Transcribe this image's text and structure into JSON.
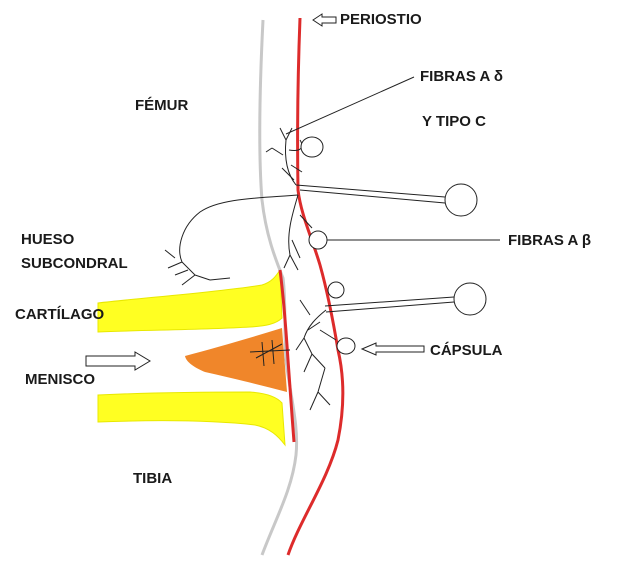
{
  "labels": {
    "periostio": "PERIOSTIO",
    "fibras_ad": "FIBRAS A δ",
    "y_tipo_c": "Y TIPO C",
    "femur": "FÉMUR",
    "fibras_ab": "FIBRAS A β",
    "hueso": "HUESO",
    "subcondral": "SUBCONDRAL",
    "cartilago": "CARTÍLAGO",
    "menisco": "MENISCO",
    "capsula": "CÁPSULA",
    "tibia": "TIBIA"
  },
  "colors": {
    "periosteum_line": "#dd2b2b",
    "bone_outline": "#c8c8c8",
    "cartilage": "#ffff22",
    "meniscus": "#f0862a",
    "nerve": "#222222",
    "text": "#1a1a1a"
  }
}
